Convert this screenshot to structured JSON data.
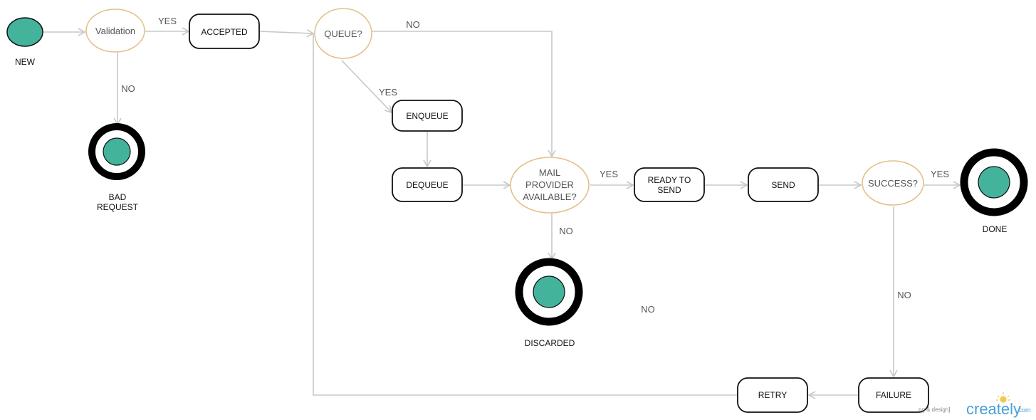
{
  "diagram": {
    "colors": {
      "start_fill": "#43b39c",
      "decision_stroke": "#e4c088",
      "edge": "#c8c8c8",
      "state_stroke": "#111111",
      "brand": "#4aa0d8",
      "bulb": "#f2c94c"
    },
    "nodes": {
      "new": "NEW",
      "validation": "Validation",
      "accepted": "ACCEPTED",
      "bad_request_line1": "BAD",
      "bad_request_line2": "REQUEST",
      "queue": "QUEUE?",
      "enqueue": "ENQUEUE",
      "dequeue": "DEQUEUE",
      "mail_line1": "MAIL",
      "mail_line2": "PROVIDER",
      "mail_line3": "AVAILABLE?",
      "ready_line1": "READY TO",
      "ready_line2": "SEND",
      "send": "SEND",
      "success": "SUCCESS?",
      "done": "DONE",
      "discarded": "DISCARDED",
      "failure": "FAILURE",
      "retry": "RETRY"
    },
    "edge_labels": {
      "validation_yes": "YES",
      "validation_no": "NO",
      "queue_no": "NO",
      "queue_yes": "YES",
      "mail_yes": "YES",
      "mail_no": "NO",
      "success_yes": "YES",
      "success_no": "NO",
      "floating_no": "NO"
    },
    "watermark": {
      "fragment": "ng & design]",
      "brand": "creately",
      "suffix": ".com"
    }
  }
}
